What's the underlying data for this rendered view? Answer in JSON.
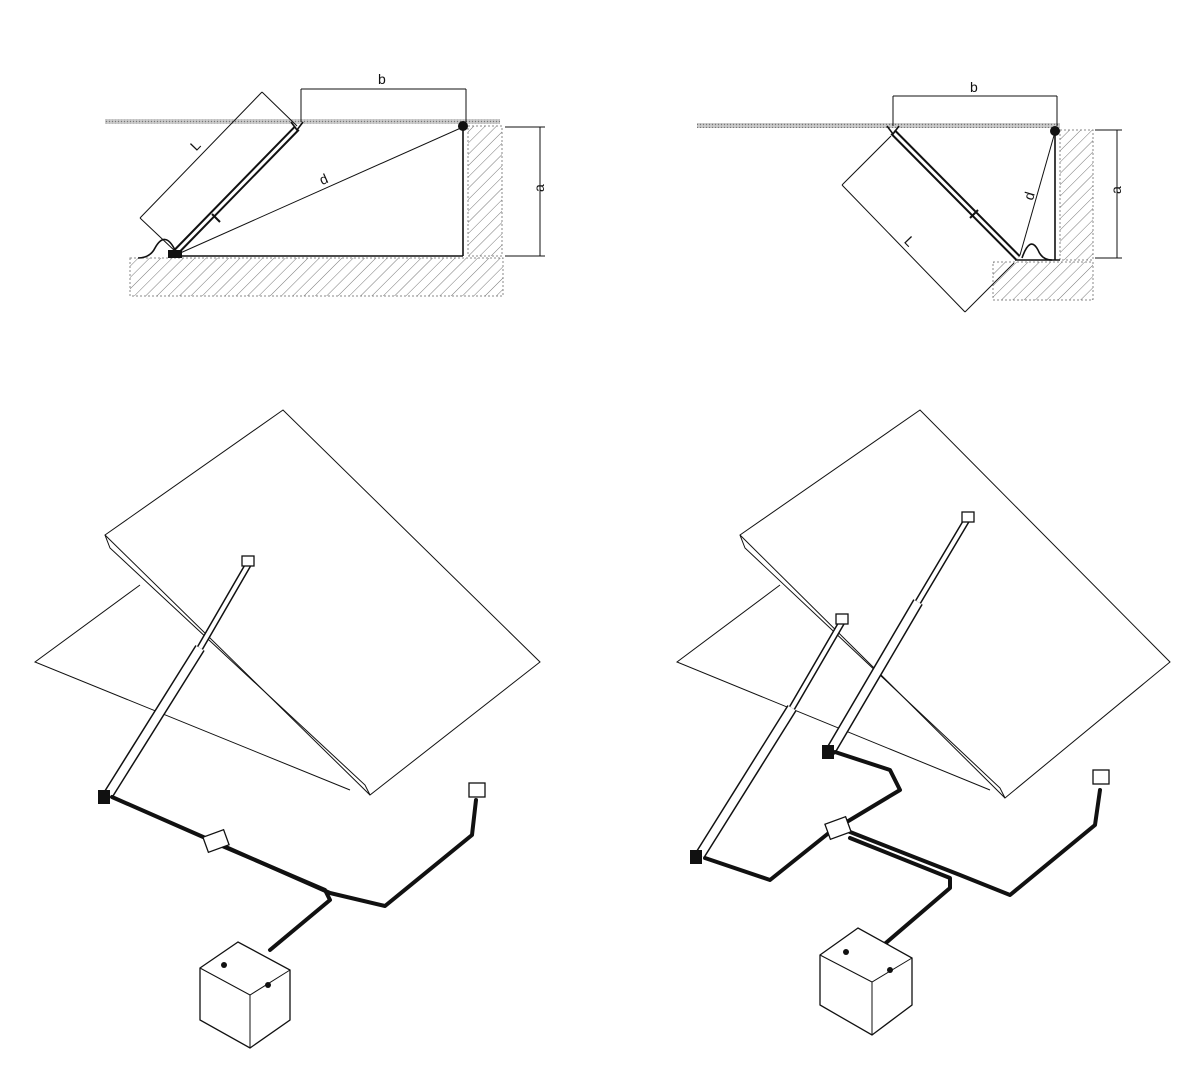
{
  "diagram_left": {
    "label_b": "b",
    "label_L": "L",
    "label_d": "d",
    "label_a": "a"
  },
  "diagram_right": {
    "label_b": "b",
    "label_L": "L",
    "label_d": "d",
    "label_a": "a"
  }
}
